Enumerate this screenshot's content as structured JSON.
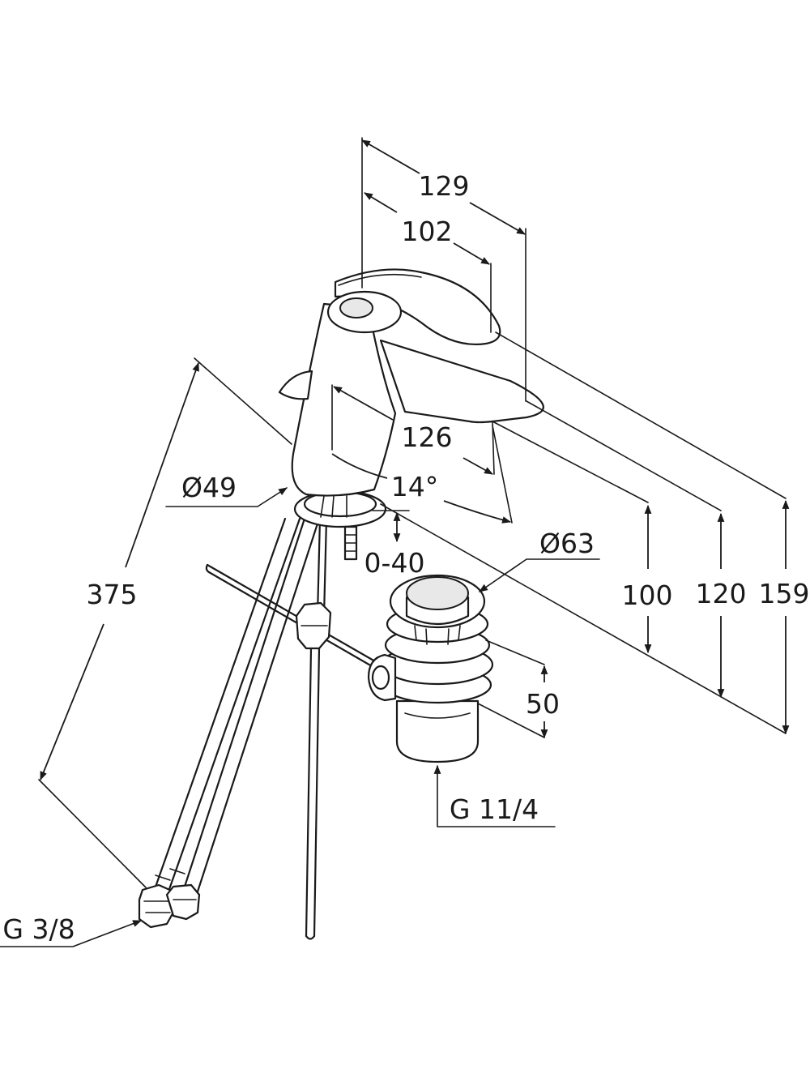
{
  "dimensions": {
    "d129": "129",
    "d102": "102",
    "d126": "126",
    "angle": "14°",
    "dia49": "Ø49",
    "dia63": "Ø63",
    "adj": "0-40",
    "h100": "100",
    "h120": "120",
    "h159": "159",
    "h50": "50",
    "len375": "375",
    "thread_waste": "G 11/4",
    "thread_supply": "G 3/8"
  },
  "colors": {
    "line": "#1a1a1a",
    "background": "#ffffff"
  }
}
